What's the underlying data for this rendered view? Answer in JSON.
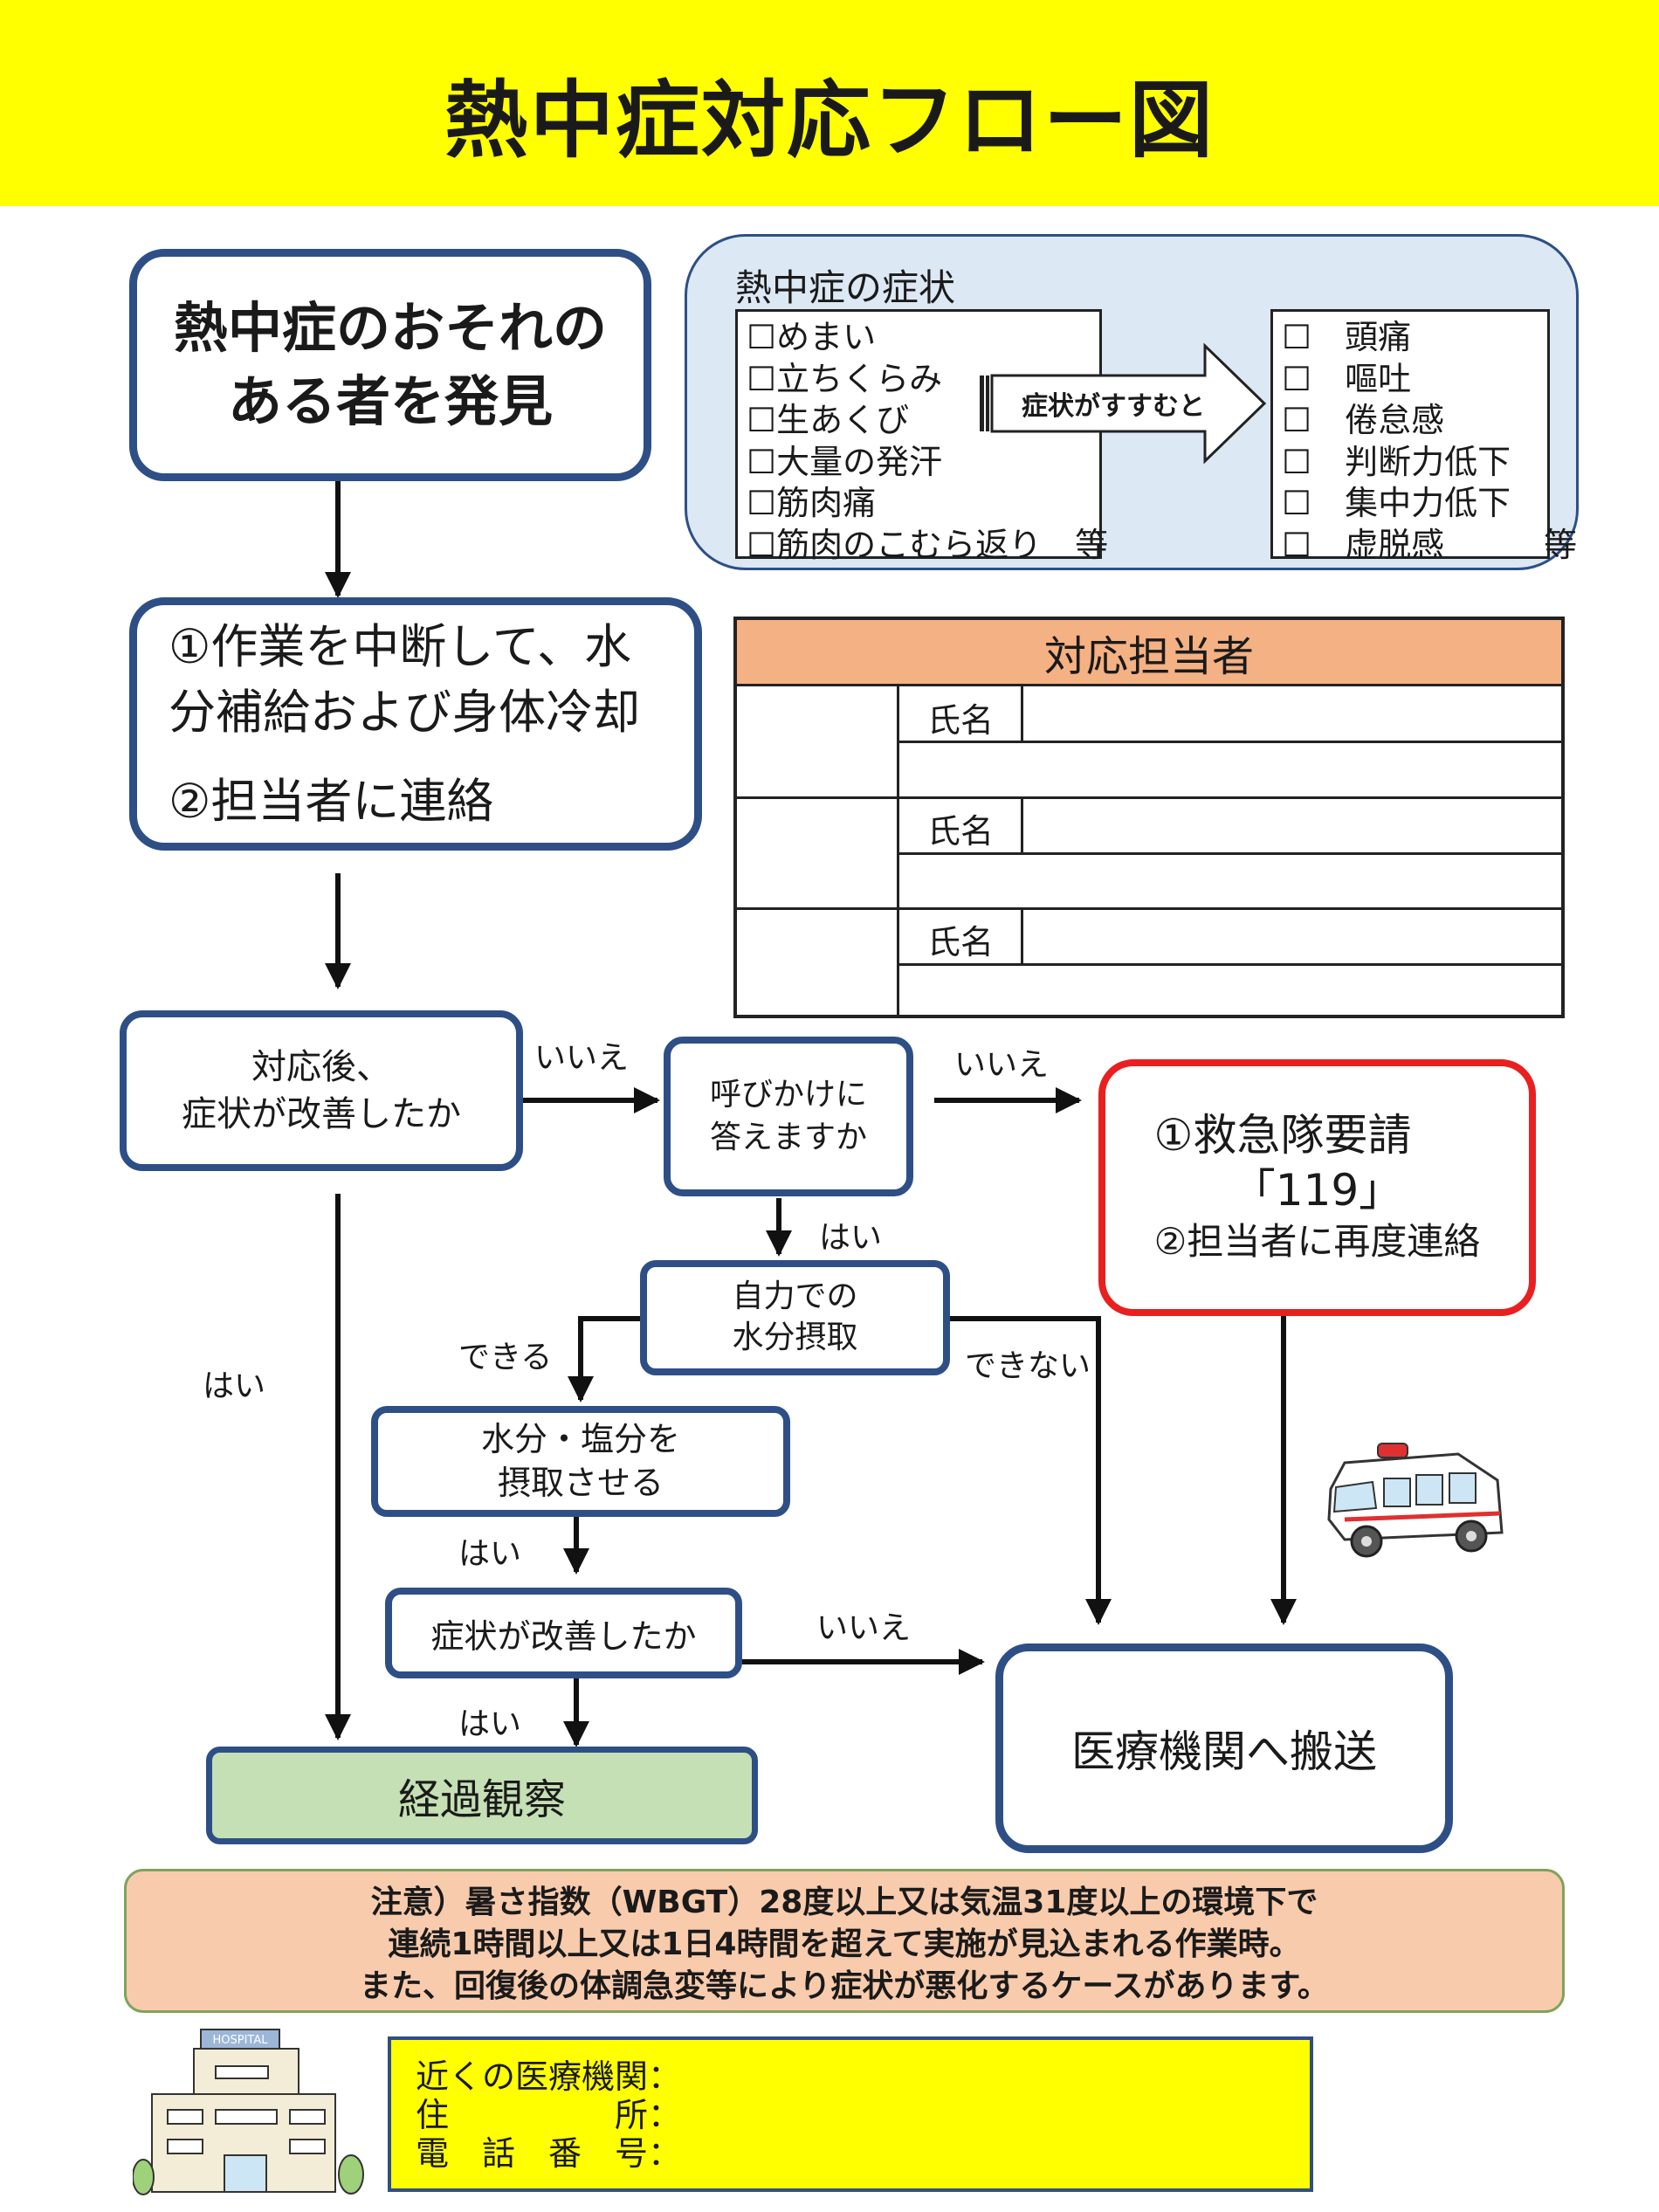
{
  "title": "熱中症対応フロー図",
  "discover": {
    "line1": "熱中症のおそれの",
    "line2": "ある者を発見"
  },
  "symptoms": {
    "title": "熱中症の症状",
    "mild": [
      "☐めまい",
      "☐立ちくらみ",
      "☐生あくび",
      "☐大量の発汗",
      "☐筋肉痛",
      "☐筋肉のこむら返り　等"
    ],
    "progress_label": "症状がすすむと",
    "severe": [
      "☐　頭痛",
      "☐　嘔吐",
      "☐　倦怠感",
      "☐　判断力低下",
      "☐　集中力低下",
      "☐　虚脱感　　　等"
    ]
  },
  "first_aid": {
    "line1": "①作業を中断して、水",
    "line2": "分補給および身体冷却",
    "line3": "②担当者に連絡"
  },
  "responders": {
    "header": "対応担当者",
    "name_label": "氏名"
  },
  "improved": {
    "line1": "対応後、",
    "line2": "症状が改善したか"
  },
  "respond": {
    "line1": "呼びかけに",
    "line2": "答えますか"
  },
  "ambulance": {
    "line1": "①救急隊要請",
    "line2": "「119」",
    "line3": "②担当者に再度連絡"
  },
  "self_water": {
    "line1": "自力での",
    "line2": "水分摂取"
  },
  "salt": {
    "line1": "水分・塩分を",
    "line2": "摂取させる"
  },
  "improved2": {
    "line1": "症状が改善したか"
  },
  "observe": {
    "line1": "経過観察"
  },
  "transport": {
    "line1": "医療機関へ搬送"
  },
  "labels": {
    "yes": "はい",
    "no": "いいえ",
    "can": "できる",
    "cannot": "できない"
  },
  "note": {
    "line1": "注意）暑さ指数（WBGT）28度以上又は気温31度以上の環境下で",
    "line2": "連続1時間以上又は1日4時間を超えて実施が見込まれる作業時。",
    "line3": "また、回復後の体調急変等により症状が悪化するケースがあります。"
  },
  "contact": {
    "line1": "近くの医療機関：",
    "line2": "住　　　　　所：",
    "line3": "電　話　番　号："
  },
  "hospital_sign": "HOSPITAL",
  "colors": {
    "header_bg": "#ffff00",
    "box_border": "#2e4f86",
    "emergency_border": "#e82020",
    "observe_bg": "#c5e0b4",
    "table_header": "#f4b183",
    "note_bg": "#f8cbad"
  }
}
